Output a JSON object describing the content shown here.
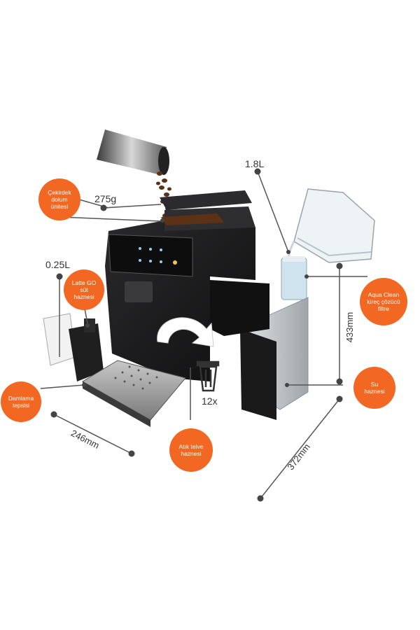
{
  "callouts": {
    "bean_hopper": "Çekirdek\ndolum\nünitesi",
    "milk_jug": "Latte GO\nsüt\nhaznesi",
    "drip_tray": "Damlama\ntepsisi",
    "grounds_container": "Atık telve\nhaznesi",
    "water_filter": "Aqua Clean\nkireç çözücü\nfiltre",
    "water_tank": "Su\nhaznesi"
  },
  "measurements": {
    "bean_capacity": "275g",
    "water_capacity": "1.8L",
    "milk_capacity": "0.25L",
    "grounds_count": "12x",
    "height": "433mm",
    "width": "246mm",
    "depth": "372mm"
  },
  "colors": {
    "accent": "#f26722",
    "machine": "#1c1c1e",
    "line": "#555555"
  },
  "icons": [
    "trash-icon",
    "return-arrow-icon"
  ]
}
